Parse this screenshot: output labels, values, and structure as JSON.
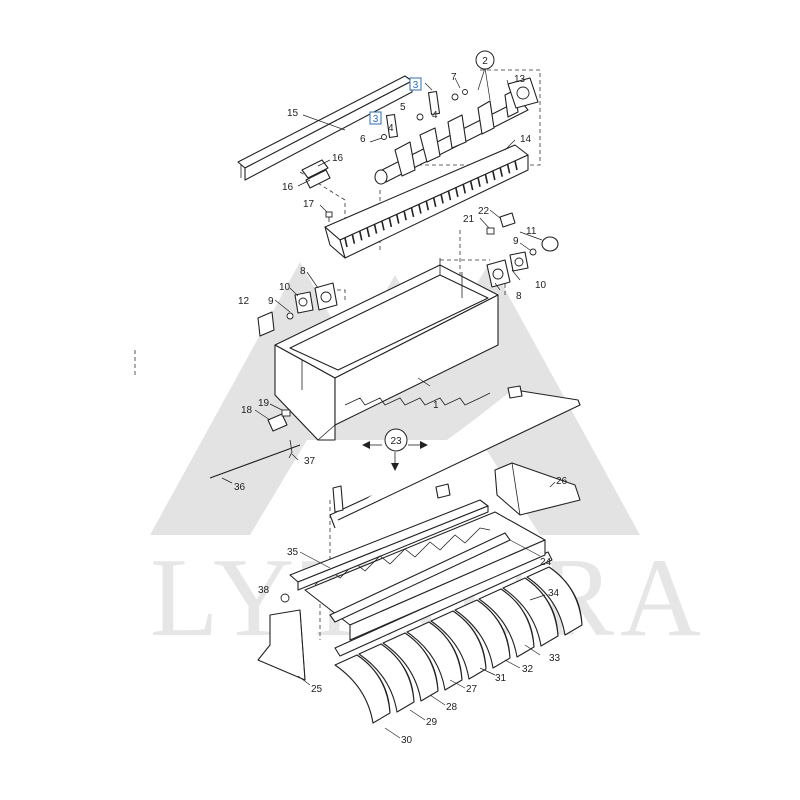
{
  "watermark": {
    "text": "LYTAURA",
    "color": "#e3e3e3"
  },
  "callouts": {
    "c1": "1",
    "c2": "2",
    "c3a": "3",
    "c3b": "3",
    "c4a": "4",
    "c4b": "4",
    "c5": "5",
    "c6": "6",
    "c7": "7",
    "c8a": "8",
    "c8b": "8",
    "c9a": "9",
    "c9b": "9",
    "c10a": "10",
    "c10b": "10",
    "c11": "11",
    "c12": "12",
    "c13": "13",
    "c14": "14",
    "c15": "15",
    "c16a": "16",
    "c16b": "16",
    "c17": "17",
    "c18": "18",
    "c19": "19",
    "c21": "21",
    "c22": "22",
    "c23": "23",
    "c24": "24",
    "c25": "25",
    "c26": "26",
    "c27": "27",
    "c28": "28",
    "c29": "29",
    "c30": "30",
    "c31": "31",
    "c32": "32",
    "c33": "33",
    "c34": "34",
    "c35": "35",
    "c36": "36",
    "c37": "37",
    "c38": "38"
  }
}
